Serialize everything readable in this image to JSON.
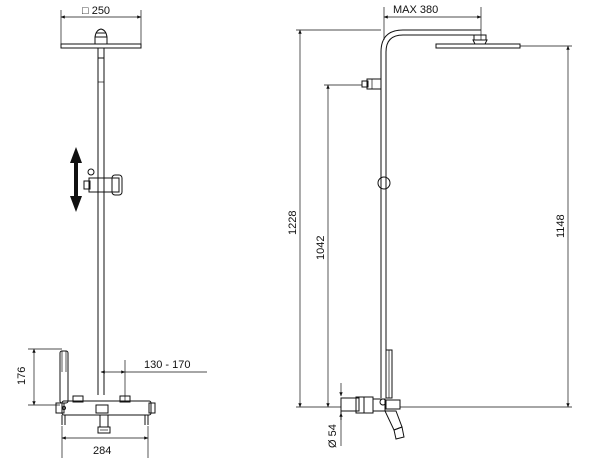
{
  "front_view": {
    "head_size_label": "□ 250",
    "outlet_spacing_label": "130  - 170",
    "handshower_height_label": "176",
    "mixer_width_label": "284"
  },
  "side_view": {
    "arm_reach_label": "MAX 380",
    "total_height_label": "1228",
    "arm_height_label": "1042",
    "head_height_label": "1148",
    "connector_diameter_label": "Ø 54"
  }
}
